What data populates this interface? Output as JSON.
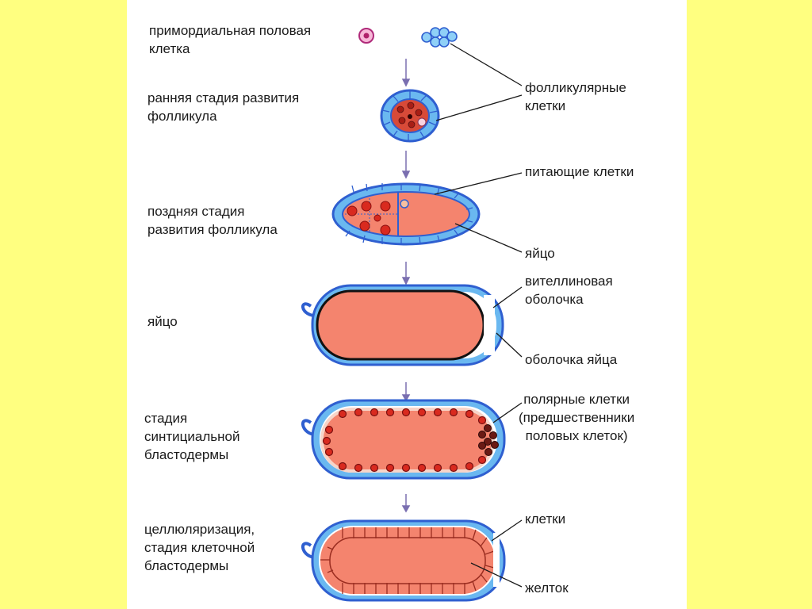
{
  "stages": [
    {
      "id": "primordial",
      "label": "примордиальная половая\nклетка"
    },
    {
      "id": "early-follicle",
      "label": "ранняя стадия развития\nфолликула"
    },
    {
      "id": "late-follicle",
      "label": "поздняя стадия\nразвития фолликула"
    },
    {
      "id": "egg",
      "label": "яйцо"
    },
    {
      "id": "syncytial-blastoderm",
      "label": "стадия\nсинтициальной\nбластодермы"
    },
    {
      "id": "cellular-blastoderm",
      "label": "целлюляризация,\nстадия клеточной\nбластодермы"
    }
  ],
  "callouts": {
    "follicular_cells": "фолликулярные\nклетки",
    "nurse_cells": "питающие клетки",
    "oocyte": "яйцо",
    "vitelline_membrane": "вителлиновая\nоболочка",
    "egg_shell": "оболочка яйца",
    "pole_cells": "полярные клетки\n(предшественники\nполовых клеток)",
    "cells": "клетки",
    "yolk": "желток"
  },
  "colors": {
    "page_background": "#ffff80",
    "panel_background": "#ffffff",
    "membrane_blue": "#2f5fd0",
    "follicle_cell_blue": "#6ab8f0",
    "cytoplasm_salmon": "#f4846e",
    "nucleus_red": "#d92a1f",
    "arrow": "#7a6fb0"
  }
}
